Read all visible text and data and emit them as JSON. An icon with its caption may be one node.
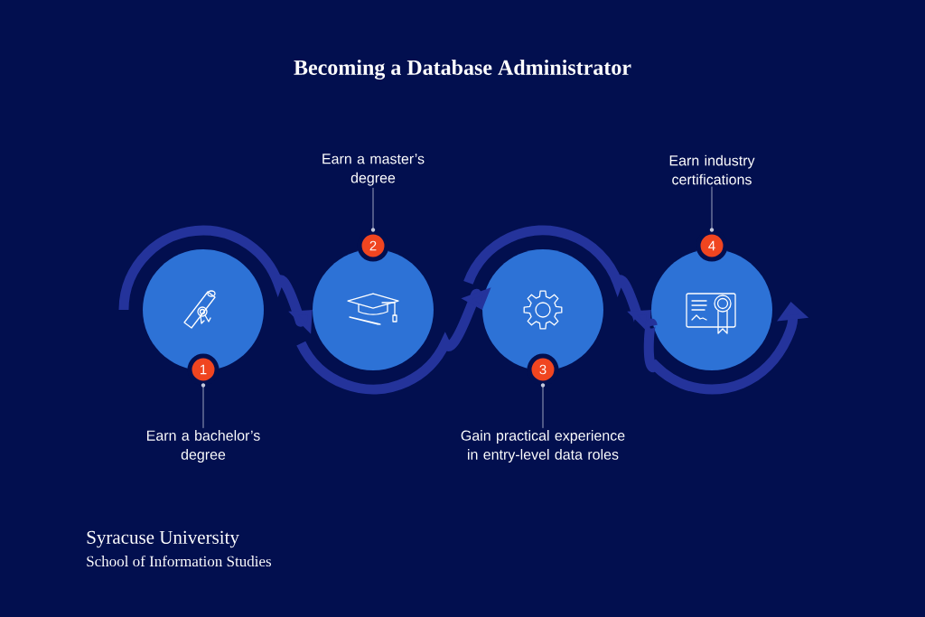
{
  "diagram": {
    "title": "Becoming a Database Administrator",
    "nodes": [
      {
        "text": [],
        "shape": "circle"
      },
      {
        "text": [
          "1"
        ]
      },
      {
        "text": [
          "Earn a bachelor’s degree"
        ]
      },
      {
        "text": [],
        "shape": "circle"
      },
      {
        "text": [
          "2"
        ]
      },
      {
        "text": [
          "Earn a master’s degree"
        ]
      },
      {
        "text": [],
        "shape": "circle"
      },
      {
        "text": [
          "3"
        ]
      },
      {
        "text": [
          "Gain practical experience in entry-level data roles"
        ]
      },
      {
        "text": [],
        "shape": "circle"
      },
      {
        "text": [
          "4"
        ]
      },
      {
        "text": [
          "Earn industry certifications"
        ]
      }
    ],
    "edges": [
      {
        "from": 0,
        "to": 3,
        "arrow": "to",
        "style": "thick",
        "color": "#24339b"
      },
      {
        "from": 3,
        "to": 6,
        "arrow": "to",
        "style": "thick",
        "color": "#24339b"
      },
      {
        "from": 6,
        "to": 9,
        "arrow": "to",
        "style": "thick",
        "color": "#24339b"
      },
      {
        "from": 9,
        "to": null,
        "arrow": "to",
        "style": "thick",
        "color": "#24339b"
      },
      {
        "from": 1,
        "to": 2,
        "arrow": "none",
        "color": "#c3c7da"
      },
      {
        "from": 4,
        "to": 5,
        "arrow": "none",
        "color": "#c3c7da"
      },
      {
        "from": 7,
        "to": 8,
        "arrow": "none",
        "color": "#c3c7da"
      },
      {
        "from": 10,
        "to": 11,
        "arrow": "none",
        "color": "#c3c7da"
      }
    ],
    "labels": [
      "Syracuse University",
      "School of Information Studies"
    ]
  }
}
